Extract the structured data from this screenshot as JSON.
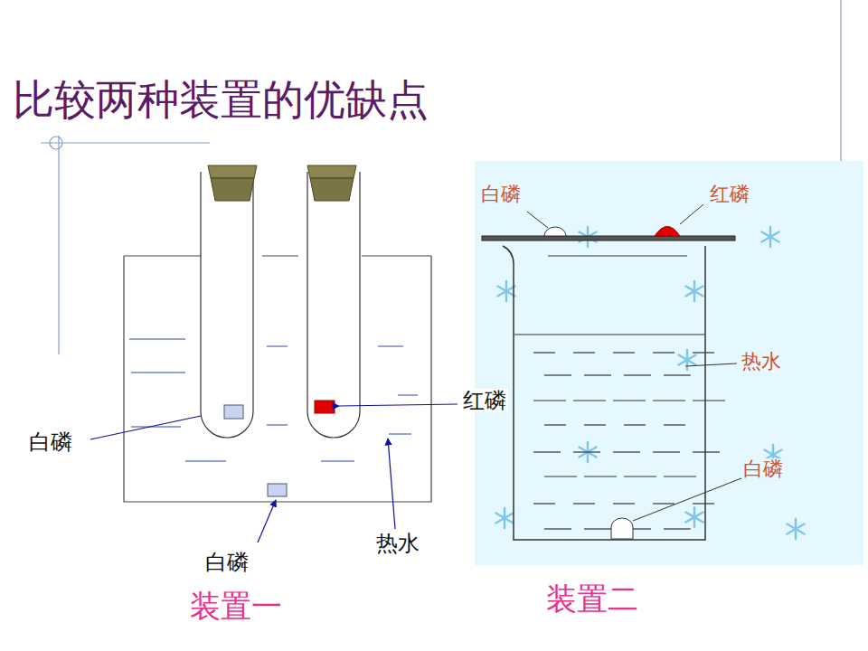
{
  "diagram": {
    "title": "比较两种装置的优缺点",
    "labels": [
      "白磷",
      "红磷",
      "白磷",
      "热水",
      "装置一",
      "白磷",
      "红磷",
      "热水",
      "白磷",
      "装置二"
    ]
  }
}
